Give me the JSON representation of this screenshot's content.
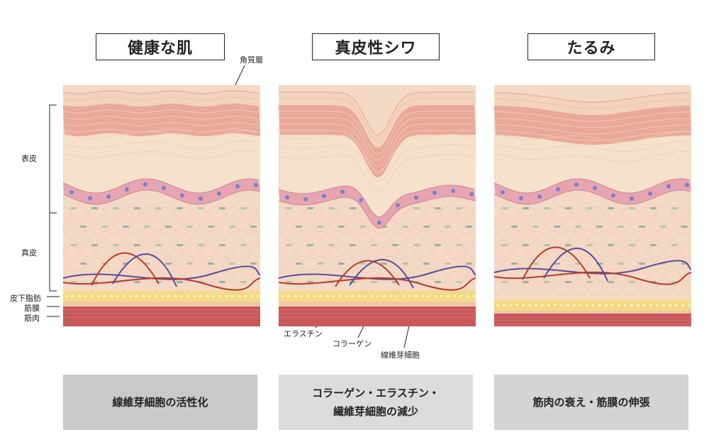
{
  "panels": [
    {
      "title": "健康な肌",
      "caption_lines": [
        "線維芽細胞の活性化"
      ],
      "caption_bg": "#c9c9c9"
    },
    {
      "title": "真皮性シワ",
      "caption_lines": [
        "コラーゲン・エラスチン・",
        "繊維芽細胞の減少"
      ],
      "caption_bg": "#dcdcdc"
    },
    {
      "title": "たるみ",
      "caption_lines": [
        "筋肉の衰え・筋膜の伸張"
      ],
      "caption_bg": "#d4d4d4"
    }
  ],
  "layer_labels": {
    "stratum_corneum": "角質層",
    "epidermis": "表皮",
    "dermis": "真皮",
    "subcutaneous_fat": "皮下脂肪",
    "fascia": "筋膜",
    "muscle": "筋肉"
  },
  "fiber_labels": {
    "elastin": "エラスチン",
    "collagen": "コラーゲン",
    "fibroblast": "線維芽細胞"
  },
  "colors": {
    "corneum": "#f3d3bd",
    "epidermis_light": "#f6e1cc",
    "epidermis_red": "#e9a99a",
    "basal": "#e6a5b0",
    "dermis": "#f4d9c6",
    "fat": "#f4dc86",
    "fascia": "#f0c6a8",
    "muscle": "#c8585a",
    "collagen": "#b83a2e",
    "elastin": "#5a4c9a"
  }
}
